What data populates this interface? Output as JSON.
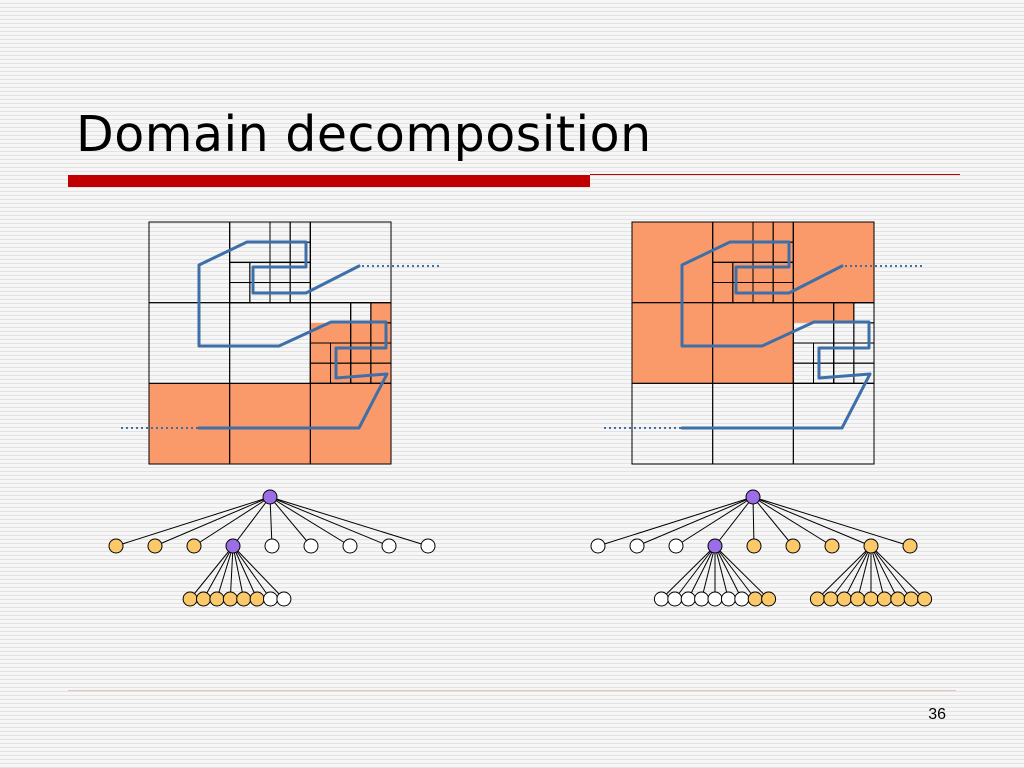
{
  "slide": {
    "title": "Domain decomposition",
    "page_number": "36"
  },
  "colors": {
    "title_rule": "#c00000",
    "thin_rule": "#c00000",
    "footer_rule": "#e0c8c0",
    "subdomain_fill": "#fa9a6a",
    "curve": "#3d6fa8",
    "grid_line": "#000000",
    "root_node": "#9b6ee8",
    "local_node": "#fbc96a",
    "remote_node": "#ffffff"
  },
  "diagrams": [
    {
      "label": "left",
      "level1": [
        "local",
        "local",
        "local",
        "root",
        "remote",
        "remote",
        "remote",
        "remote",
        "remote"
      ],
      "children": [
        {
          "parent_index": 3,
          "nodes": [
            "local",
            "local",
            "local",
            "local",
            "local",
            "local",
            "remote",
            "remote"
          ]
        }
      ]
    },
    {
      "label": "right",
      "level1": [
        "remote",
        "remote",
        "remote",
        "root",
        "local",
        "local",
        "local",
        "local",
        "local"
      ],
      "children": [
        {
          "parent_index": 3,
          "nodes": [
            "remote",
            "remote",
            "remote",
            "remote",
            "remote",
            "remote",
            "remote",
            "local",
            "local"
          ]
        },
        {
          "parent_index": 7,
          "nodes": [
            "local",
            "local",
            "local",
            "local",
            "local",
            "local",
            "local",
            "local",
            "local"
          ]
        }
      ]
    }
  ]
}
